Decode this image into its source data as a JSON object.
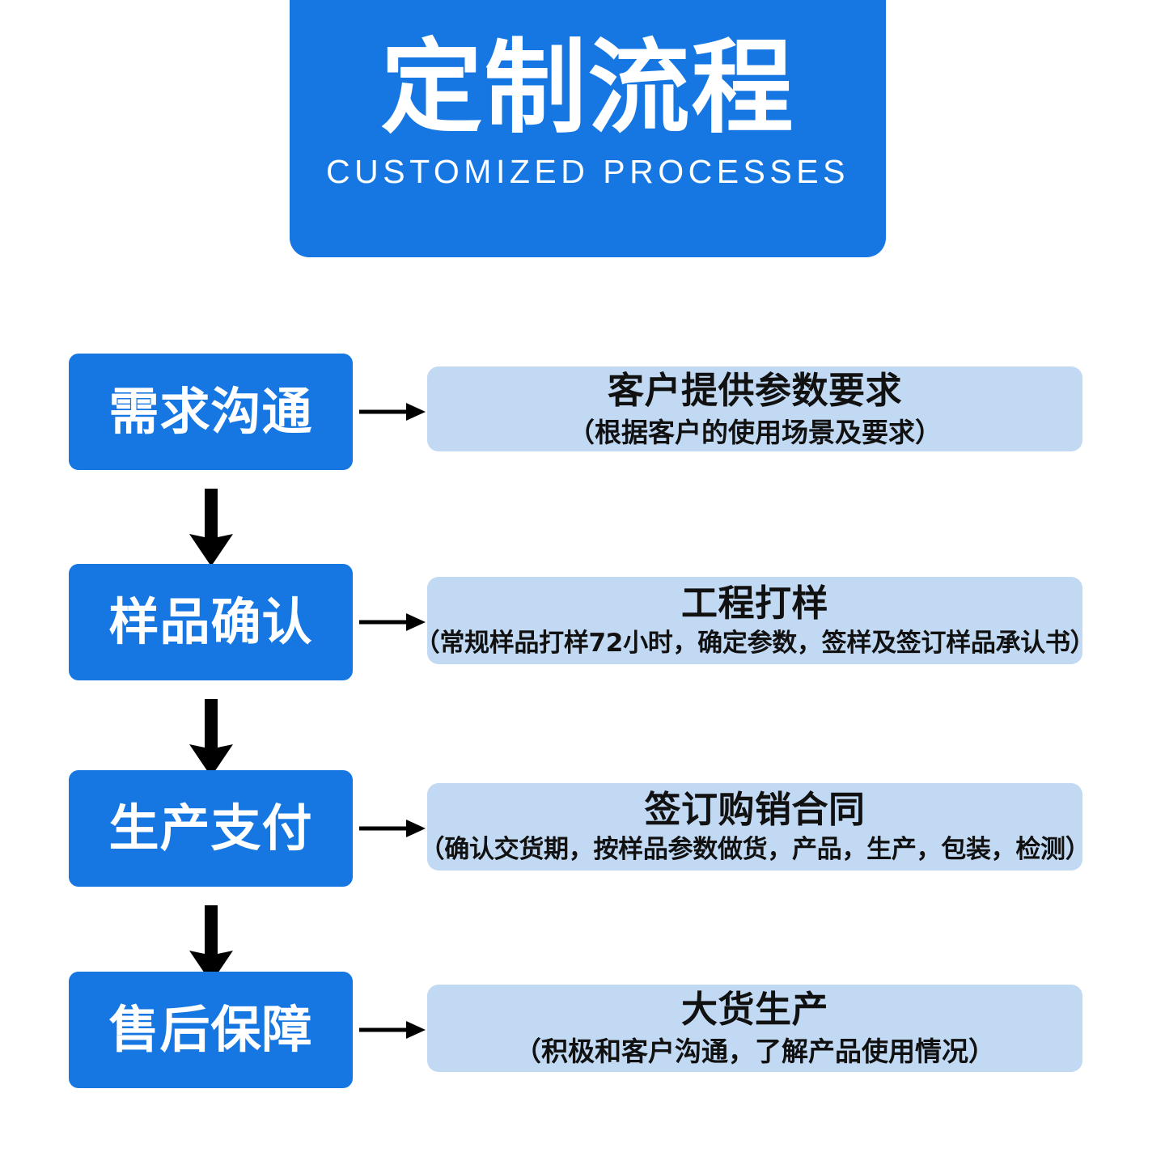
{
  "banner": {
    "title": "定制流程",
    "subtitle": "CUSTOMIZED PROCESSES",
    "background_color": "#1677e3",
    "text_color": "#ffffff"
  },
  "colors": {
    "page_background": "#ffffff",
    "stage_blue": "#1677e3",
    "detail_light_blue": "#c2d9f4",
    "arrow_black": "#000000",
    "detail_text": "#111111"
  },
  "flow": {
    "arrow_horizontal_icon": "arrow-right-icon",
    "arrow_vertical_icon": "arrow-down-icon",
    "steps": [
      {
        "stage": "需求沟通",
        "detail_title": "客户提供参数要求",
        "detail_note": "（根据客户的使用场景及要求）"
      },
      {
        "stage": "样品确认",
        "detail_title": "工程打样",
        "detail_note": "（常规样品打样72小时，确定参数，签样及签订样品承认书）"
      },
      {
        "stage": "生产支付",
        "detail_title": "签订购销合同",
        "detail_note": "（确认交货期，按样品参数做货，产品，生产，包装，检测）"
      },
      {
        "stage": "售后保障",
        "detail_title": "大货生产",
        "detail_note": "（积极和客户沟通，了解产品使用情况）"
      }
    ]
  }
}
